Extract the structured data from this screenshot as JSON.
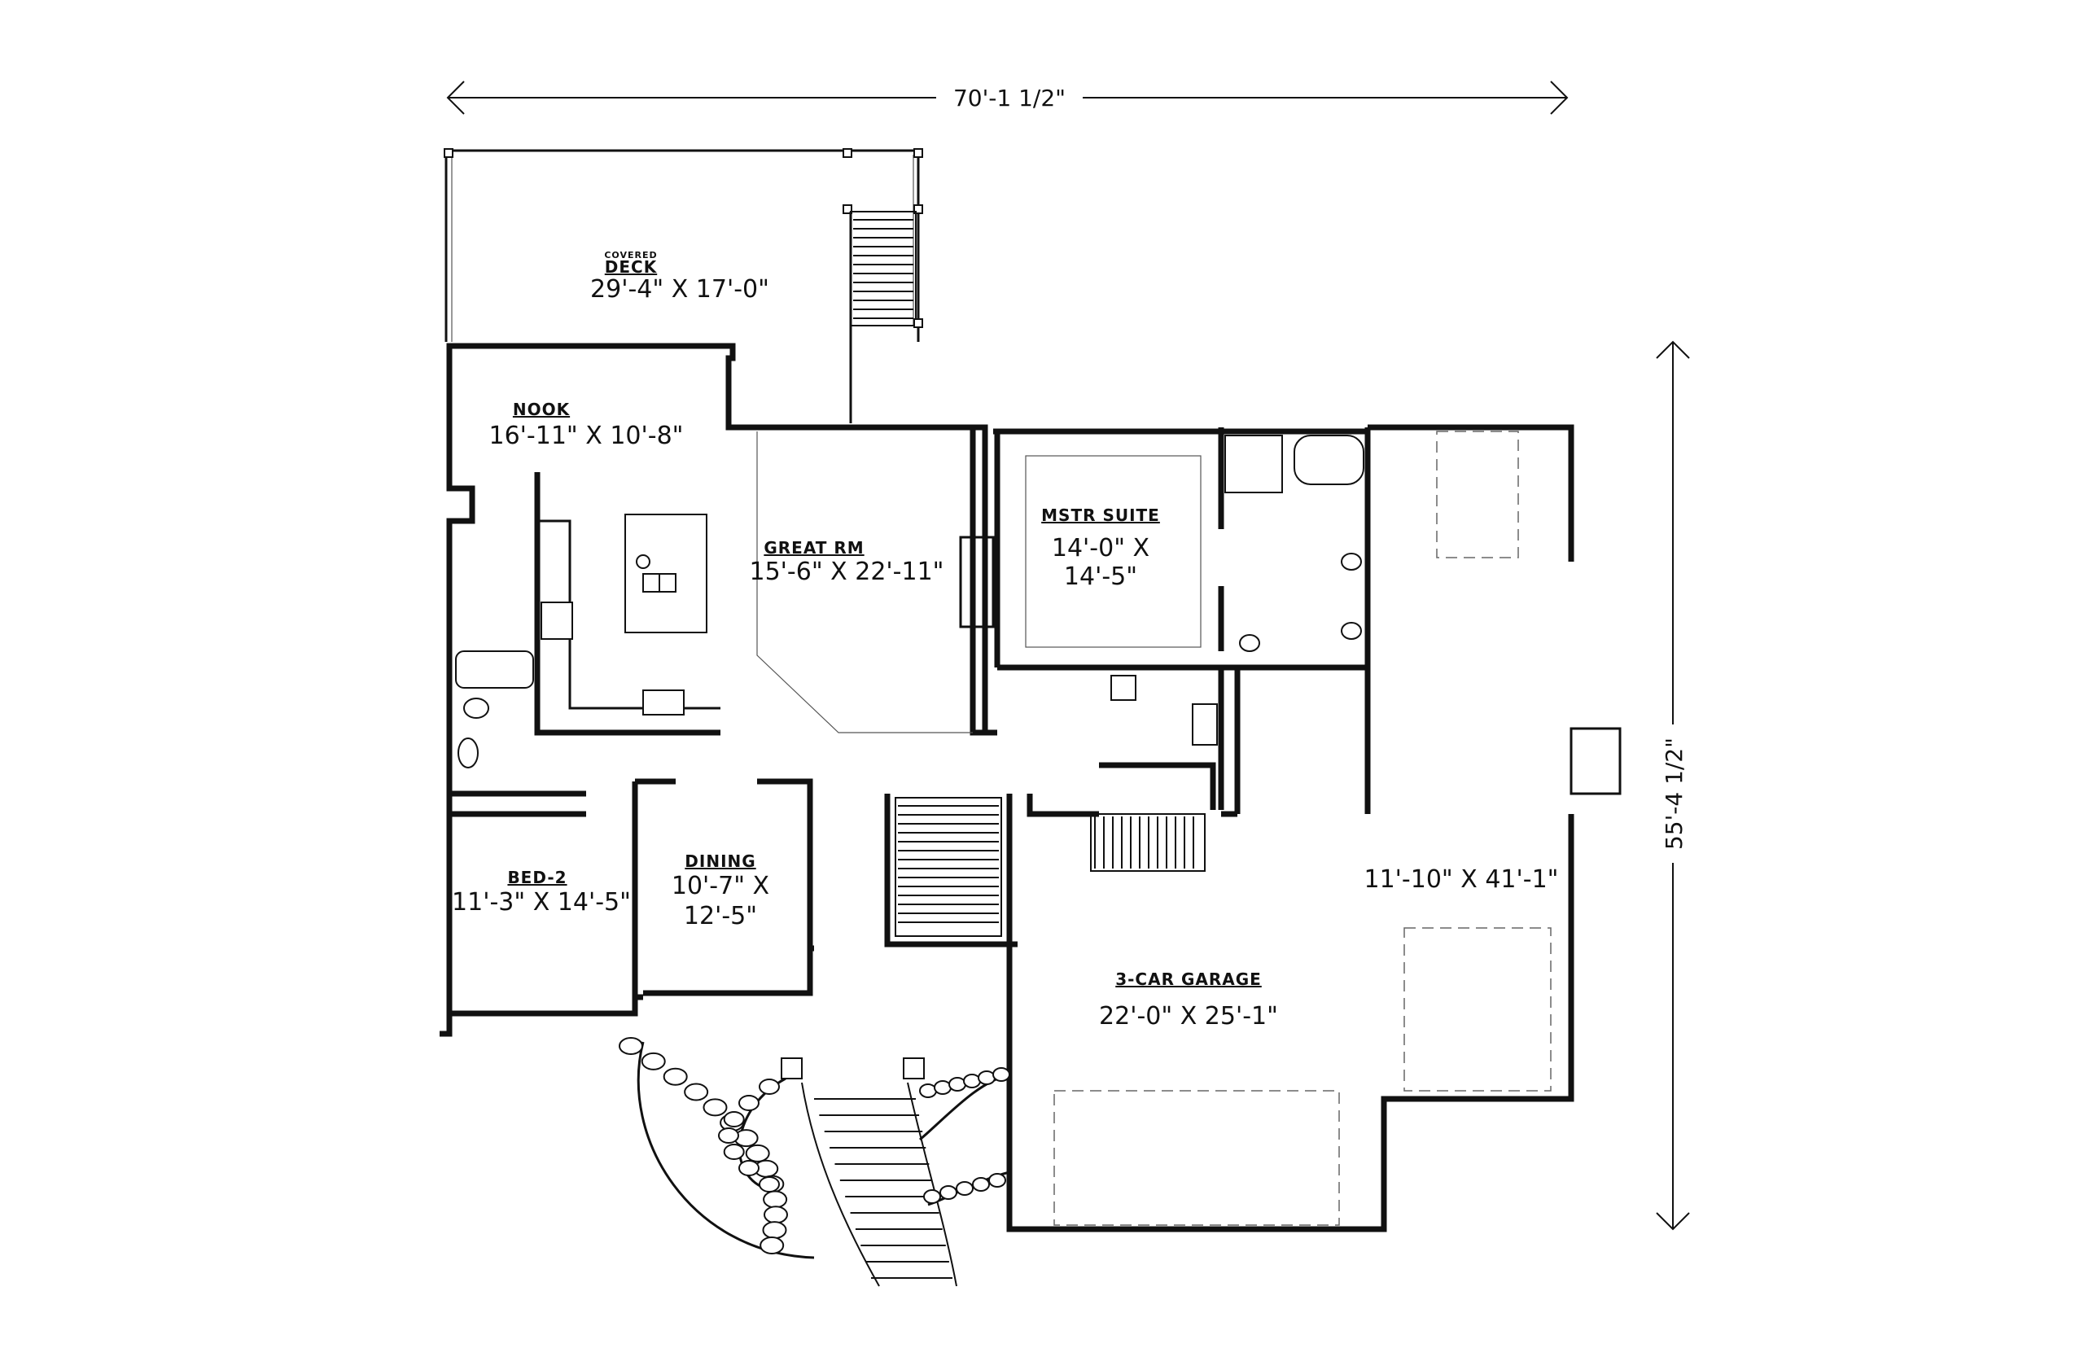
{
  "dimensions": {
    "overall_width": "70'-1 1/2\"",
    "overall_depth": "55'-4 1/2\""
  },
  "rooms": {
    "deck": {
      "prefix": "COVERED",
      "name": "DECK",
      "size": "29'-4\" X 17'-0\""
    },
    "nook": {
      "name": "NOOK",
      "size": "16'-11\" X 10'-8\""
    },
    "great_rm": {
      "name": "GREAT RM",
      "size": "15'-6\" X 22'-11\""
    },
    "mstr_suite": {
      "name": "MSTR SUITE",
      "size_line1": "14'-0\" X",
      "size_line2": "14'-5\""
    },
    "bed2": {
      "name": "BED-2",
      "size": "11'-3\" X 14'-5\""
    },
    "dining": {
      "name": "DINING",
      "size_line1": "10'-7\" X",
      "size_line2": "12'-5\""
    },
    "garage": {
      "name": "3-CAR GARAGE",
      "size": "22'-0\" X 25'-1\"",
      "extension_size": "11'-10\" X 41'-1\""
    }
  }
}
